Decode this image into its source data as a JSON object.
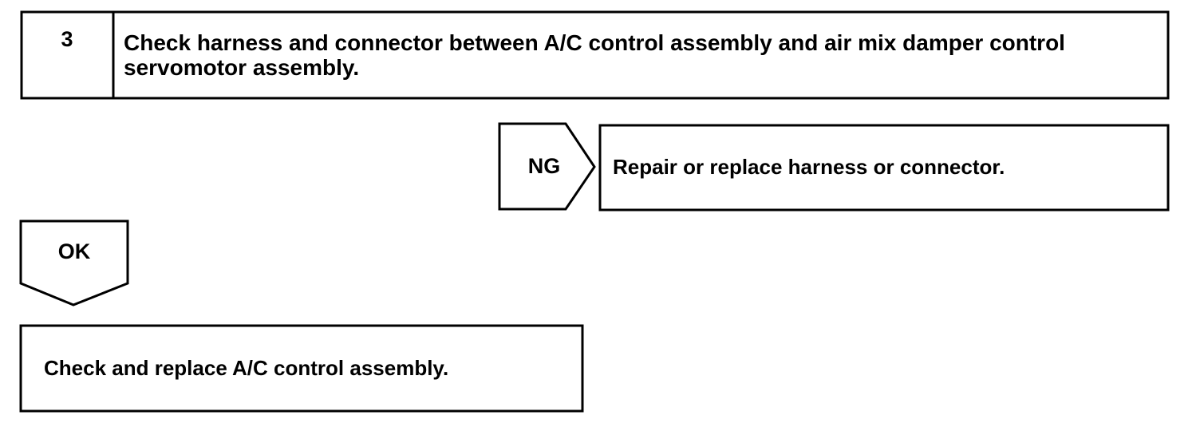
{
  "step": {
    "number": "3",
    "title": "Check harness and connector between A/C control assembly and air mix damper control servomotor assembly."
  },
  "branches": {
    "ng": {
      "label": "NG",
      "action": "Repair or replace harness or connector."
    },
    "ok": {
      "label": "OK",
      "action": "Check and replace A/C control assembly."
    }
  },
  "colors": {
    "line": "#000000",
    "background": "#ffffff"
  }
}
